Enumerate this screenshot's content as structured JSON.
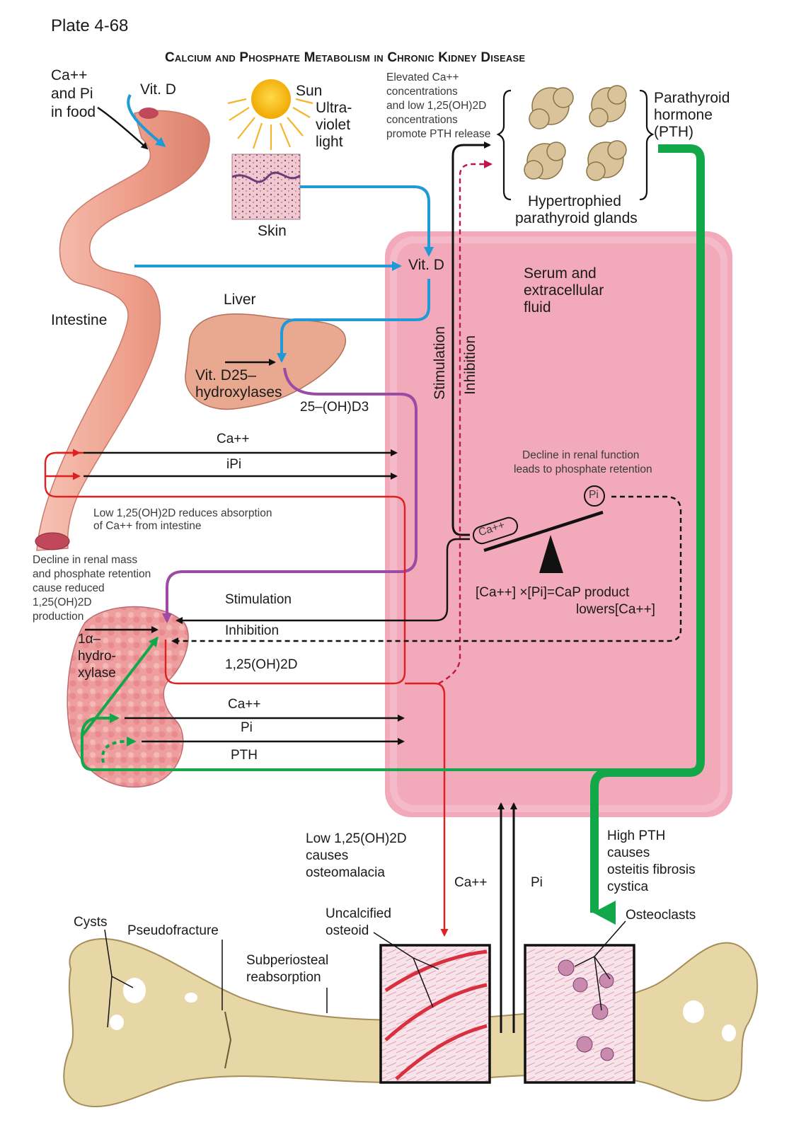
{
  "plate": "Plate 4-68",
  "title": "Calcium and Phosphate Metabolism in Chronic Kidney Disease",
  "labels": {
    "ca_food_1": "Ca++",
    "ca_food_2": "and Pi",
    "ca_food_3": "in food",
    "vitd_food": "Vit. D",
    "sun": "Sun",
    "uv_1": "Ultra-",
    "uv_2": "violet",
    "uv_3": "light",
    "skin": "Skin",
    "elev_1": "Elevated Ca++",
    "elev_2": "concentrations",
    "elev_3": "and low 1,25(OH)2D",
    "elev_4": "concentrations",
    "elev_5": "promote PTH release",
    "pth_1": "Parathyroid",
    "pth_2": "hormone",
    "pth_3": "(PTH)",
    "hyper_1": "Hypertrophied",
    "hyper_2": "parathyroid glands",
    "vitd_serum": "Vit. D",
    "serum_1": "Serum and",
    "serum_2": "extracellular",
    "serum_3": "fluid",
    "liver": "Liver",
    "intestine": "Intestine",
    "vitd25_1": "Vit. D25–",
    "vitd25_2": "hydroxylases",
    "ohd3": "25–(OH)D3",
    "stim_vert": "Stimulation",
    "inhib_vert": "Inhibition",
    "ca_int": "Ca++",
    "pi_int": "iPi",
    "low_abs_1": "Low 1,25(OH)2D reduces absorption",
    "low_abs_2": "of Ca++ from intestine",
    "decline_renal_1": "Decline in renal function",
    "decline_renal_2": "leads to phosphate retention",
    "pi_circle": "Pi",
    "ca_pill": "Ca++",
    "cap_1": "[Ca++] ×[Pi]=CaP product",
    "cap_2": "lowers[Ca++]",
    "decline_mass_1": "Decline in renal mass",
    "decline_mass_2": "and phosphate retention",
    "decline_mass_3": "cause reduced",
    "decline_mass_4": "1,25(OH)2D",
    "decline_mass_5": "production",
    "stimulation": "Stimulation",
    "inhibition": "Inhibition",
    "onealpha_1": "1α–",
    "onealpha_2": "hydro-",
    "onealpha_3": "xylase",
    "ohd_kidney": "1,25(OH)2D",
    "ca_kidney": "Ca++",
    "pi_kidney": "Pi",
    "pth_kidney": "PTH",
    "low_osteo_1": "Low 1,25(OH)2D",
    "low_osteo_2": "causes",
    "low_osteo_3": "osteomalacia",
    "ca_bone": "Ca++",
    "pi_bone": "Pi",
    "high_pth_1": "High PTH",
    "high_pth_2": "causes",
    "high_pth_3": "osteitis fibrosis",
    "high_pth_4": "cystica",
    "cysts": "Cysts",
    "pseudofracture": "Pseudofracture",
    "uncalc_1": "Uncalcified",
    "uncalc_2": "osteoid",
    "subperi_1": "Subperiosteal",
    "subperi_2": "reabsorption",
    "osteoclasts": "Osteoclasts"
  },
  "colors": {
    "serum_box": "#f2a9b9",
    "blue_arrow": "#1f9ad6",
    "red_arrow": "#e02020",
    "green_arrow": "#12a84a",
    "purple_arrow": "#9b4aa6",
    "crimson_dashed": "#c0174a",
    "black_arrow": "#111111",
    "bone": "#e8d7a6",
    "organ": "#f0a898"
  }
}
